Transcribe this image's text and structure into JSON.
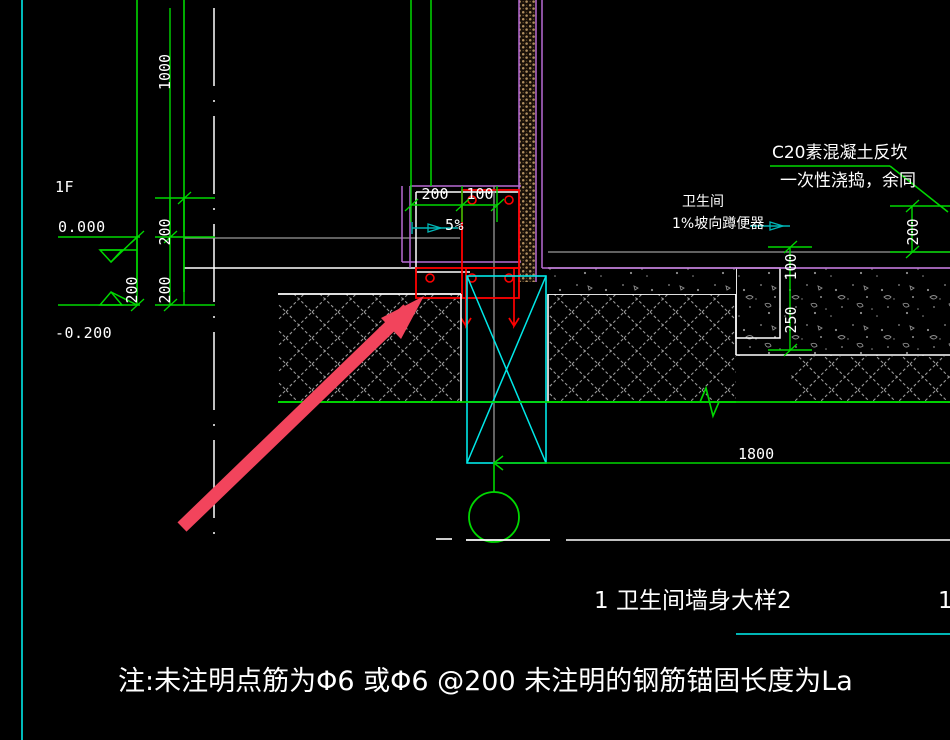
{
  "drawing": {
    "background_color": "#000000",
    "title": "1  卫生间墙身大样2",
    "title_index_right": "1",
    "note": "注:未注明点筋为Φ6 或Φ6 @200 未注明的钢筋锚固长度为La",
    "colors": {
      "background": "#000000",
      "dimension_green": "#00d800",
      "wall_magenta": "#b86ad4",
      "rebar_red": "#ff0000",
      "beam_cyan": "#00e8e8",
      "text_white": "#ffffff",
      "hatch_gray": "#9a9a9a",
      "brick_tan": "#b09060",
      "annotation_arrow": "#f2445c"
    }
  },
  "elevations": [
    {
      "name": "floor-level-label",
      "label": "1F"
    },
    {
      "name": "elevation-marker-0",
      "label": "0.000"
    },
    {
      "name": "elevation-marker-1",
      "label": "-0.200"
    }
  ],
  "dimensions": {
    "left_chain": [
      {
        "label": "1000",
        "orientation": "vertical"
      },
      {
        "label": "200",
        "orientation": "vertical"
      },
      {
        "label": "200",
        "orientation": "vertical"
      },
      {
        "label": "200",
        "orientation": "vertical"
      }
    ],
    "top_chain": [
      {
        "label": "200",
        "orientation": "horizontal"
      },
      {
        "label": "100",
        "orientation": "horizontal"
      }
    ],
    "right_chain": [
      {
        "label": "200",
        "orientation": "vertical"
      },
      {
        "label": "100",
        "orientation": "vertical"
      },
      {
        "label": "250",
        "orientation": "vertical"
      }
    ],
    "bottom": [
      {
        "label": "1800",
        "orientation": "horizontal"
      }
    ]
  },
  "annotations": {
    "slope_label": "5%",
    "concrete_note_line1": "C20素混凝土反坎",
    "concrete_note_line2": "一次性浇捣，余同",
    "bathroom_label": "卫生间",
    "bathroom_slope": "1%坡向蹲便器"
  },
  "markers": {
    "section_bubble": "",
    "arrow_pointer": "red-annotation-arrow"
  }
}
